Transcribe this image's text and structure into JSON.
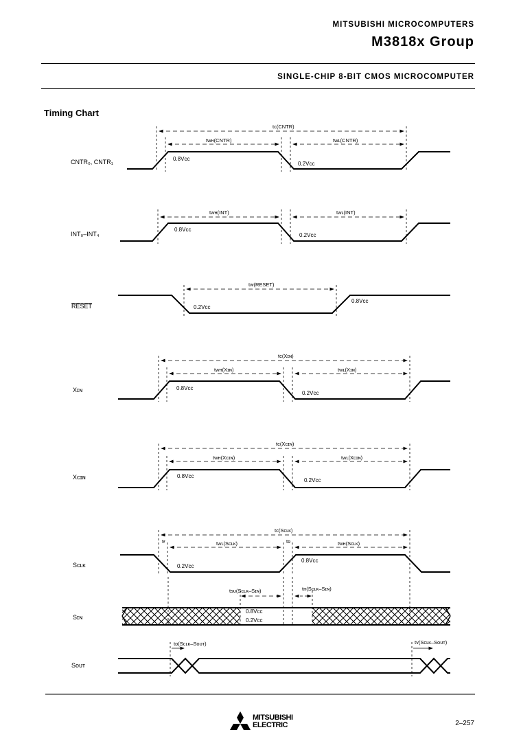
{
  "header": {
    "company": "MITSUBISHI MICROCOMPUTERS",
    "group": "M3818x Group",
    "subtitle": "SINGLE-CHIP 8-BIT CMOS MICROCOMPUTER"
  },
  "section_title": "Timing Chart",
  "signals": [
    {
      "key": "cntr",
      "label": "CNTR₀, CNTR₁",
      "period": "tᴄ(CNTR)",
      "high_label": "tᴡʜ(CNTR)",
      "low_label": "tᴡʟ(CNTR)",
      "high_threshold": "0.8Vᴄᴄ",
      "low_threshold": "0.2Vᴄᴄ"
    },
    {
      "key": "int",
      "label": "INT₀–INT₄",
      "high_label": "tᴡʜ(INT)",
      "low_label": "tᴡʟ(INT)",
      "high_threshold": "0.8Vᴄᴄ",
      "low_threshold": "0.2Vᴄᴄ"
    },
    {
      "key": "reset",
      "label": "RESET",
      "low_label": "tᴡ(RESET)",
      "low_threshold": "0.2Vᴄᴄ",
      "high_threshold": "0.8Vᴄᴄ"
    },
    {
      "key": "xin",
      "label": "Xɪɴ",
      "period": "tᴄ(Xɪɴ)",
      "high_label": "tᴡʜ(Xɪɴ)",
      "low_label": "tᴡʟ(Xɪɴ)",
      "high_threshold": "0.8Vᴄᴄ",
      "low_threshold": "0.2Vᴄᴄ"
    },
    {
      "key": "xcin",
      "label": "Xᴄɪɴ",
      "period": "tᴄ(Xᴄɪɴ)",
      "high_label": "tᴡʜ(Xᴄɪɴ)",
      "low_label": "tᴡʟ(Xᴄɪɴ)",
      "high_threshold": "0.8Vᴄᴄ",
      "low_threshold": "0.2Vᴄᴄ"
    },
    {
      "key": "sclk",
      "label": "Sᴄʟᴋ",
      "period": "tᴄ(Sᴄʟᴋ)",
      "low_label": "tᴡʟ(Sᴄʟᴋ)",
      "high_label": "tᴡʜ(Sᴄʟᴋ)",
      "fall_label": "tғ",
      "rise_label": "tʀ",
      "low_threshold": "0.2Vᴄᴄ",
      "high_threshold": "0.8Vᴄᴄ"
    },
    {
      "key": "sin",
      "label": "Sɪɴ",
      "setup_label": "tѕᴜ(Sᴄʟᴋ–Sɪɴ)",
      "hold_label": "tʜ(Sᴄʟᴋ–Sɪɴ)",
      "high_threshold": "0.8Vᴄᴄ",
      "low_threshold": "0.2Vᴄᴄ"
    },
    {
      "key": "sout",
      "label": "Sᴏᴜᴛ",
      "delay_label": "tᴅ(Sᴄʟᴋ–Sᴏᴜᴛ)",
      "valid_label": "tᴠ(Sᴄʟᴋ–Sᴏᴜᴛ)"
    }
  ],
  "footer": {
    "brand_line1": "MITSUBISHI",
    "brand_line2": "ELECTRIC",
    "page": "2–257"
  }
}
